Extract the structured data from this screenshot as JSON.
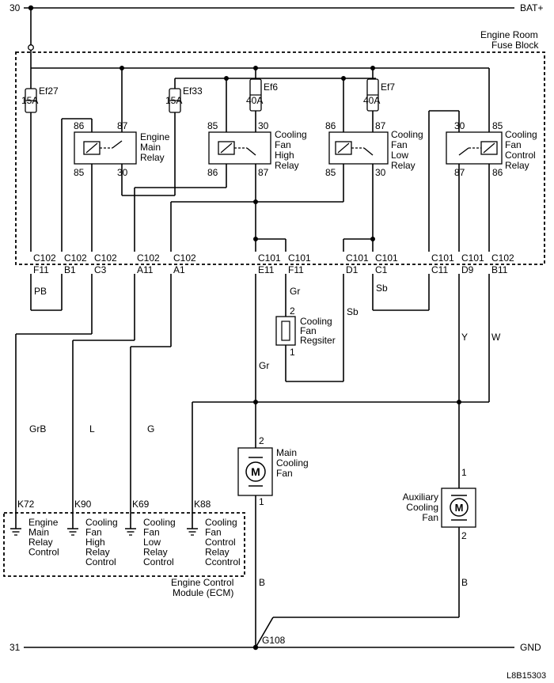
{
  "rails": {
    "top_left": "30",
    "top_right": "BAT+",
    "bottom_left": "31",
    "bottom_right": "GND",
    "ground_point": "G108"
  },
  "fuse_block": {
    "title_line1": "Engine Room",
    "title_line2": "Fuse Block"
  },
  "fuses": {
    "ef27": {
      "name": "Ef27",
      "rating": "15A"
    },
    "ef33": {
      "name": "Ef33",
      "rating": "15A"
    },
    "ef6": {
      "name": "Ef6",
      "rating": "40A"
    },
    "ef7": {
      "name": "Ef7",
      "rating": "40A"
    }
  },
  "relays": {
    "main": {
      "line1": "Engine",
      "line2": "Main",
      "line3": "Relay",
      "p86": "86",
      "p87": "87",
      "p85": "85",
      "p30": "30"
    },
    "high": {
      "line1": "Cooling",
      "line2": "Fan",
      "line3": "High",
      "line4": "Relay",
      "p85": "85",
      "p30": "30",
      "p86": "86",
      "p87": "87"
    },
    "low": {
      "line1": "Cooling",
      "line2": "Fan",
      "line3": "Low",
      "line4": "Relay",
      "p86": "86",
      "p87": "87",
      "p85": "85",
      "p30": "30"
    },
    "control": {
      "line1": "Cooling",
      "line2": "Fan",
      "line3": "Control",
      "line4": "Relay",
      "p30": "30",
      "p85": "85",
      "p87": "87",
      "p86": "86"
    }
  },
  "connectors": [
    {
      "conn": "C102",
      "pin": "F11"
    },
    {
      "conn": "C102",
      "pin": "B1"
    },
    {
      "conn": "C102",
      "pin": "C3"
    },
    {
      "conn": "C102",
      "pin": "A11"
    },
    {
      "conn": "C102",
      "pin": "A1"
    },
    {
      "conn": "C101",
      "pin": "E11"
    },
    {
      "conn": "C101",
      "pin": "F11"
    },
    {
      "conn": "C101",
      "pin": "D1"
    },
    {
      "conn": "C101",
      "pin": "C1"
    },
    {
      "conn": "C101",
      "pin": "C11"
    },
    {
      "conn": "C101",
      "pin": "D9"
    },
    {
      "conn": "C102",
      "pin": "B11"
    }
  ],
  "wire_colors": {
    "pb": "PB",
    "gr_upper": "Gr",
    "sb_right": "Sb",
    "sb_left": "Sb",
    "y": "Y",
    "w": "W",
    "grb": "GrB",
    "l": "L",
    "g": "G",
    "gr_lower": "Gr",
    "b_left": "B",
    "b_right": "B"
  },
  "resistor": {
    "line1": "Cooling",
    "line2": "Fan",
    "line3": "Regsiter",
    "pin_top": "2",
    "pin_bottom": "1"
  },
  "main_fan": {
    "line1": "Main",
    "line2": "Cooling",
    "line3": "Fan",
    "pin_top": "2",
    "pin_bottom": "1",
    "motor_symbol": "M"
  },
  "aux_fan": {
    "line1": "Auxiliary",
    "line2": "Cooling",
    "line3": "Fan",
    "pin_top": "1",
    "pin_bottom": "2",
    "motor_symbol": "M"
  },
  "ecm": {
    "title_line1": "Engine Control",
    "title_line2": "Module (ECM)",
    "pins": [
      {
        "pin": "K72",
        "line1": "Engine",
        "line2": "Main",
        "line3": "Relay",
        "line4": "Control"
      },
      {
        "pin": "K90",
        "line1": "Cooling",
        "line2": "Fan",
        "line3": "High",
        "line4": "Relay",
        "line5": "Control"
      },
      {
        "pin": "K69",
        "line1": "Cooling",
        "line2": "Fan",
        "line3": "Low",
        "line4": "Relay",
        "line5": "Control"
      },
      {
        "pin": "K88",
        "line1": "Cooling",
        "line2": "Fan",
        "line3": "Control",
        "line4": "Relay",
        "line5": "Ccontrol"
      }
    ]
  },
  "figure_id": "L8B15303"
}
